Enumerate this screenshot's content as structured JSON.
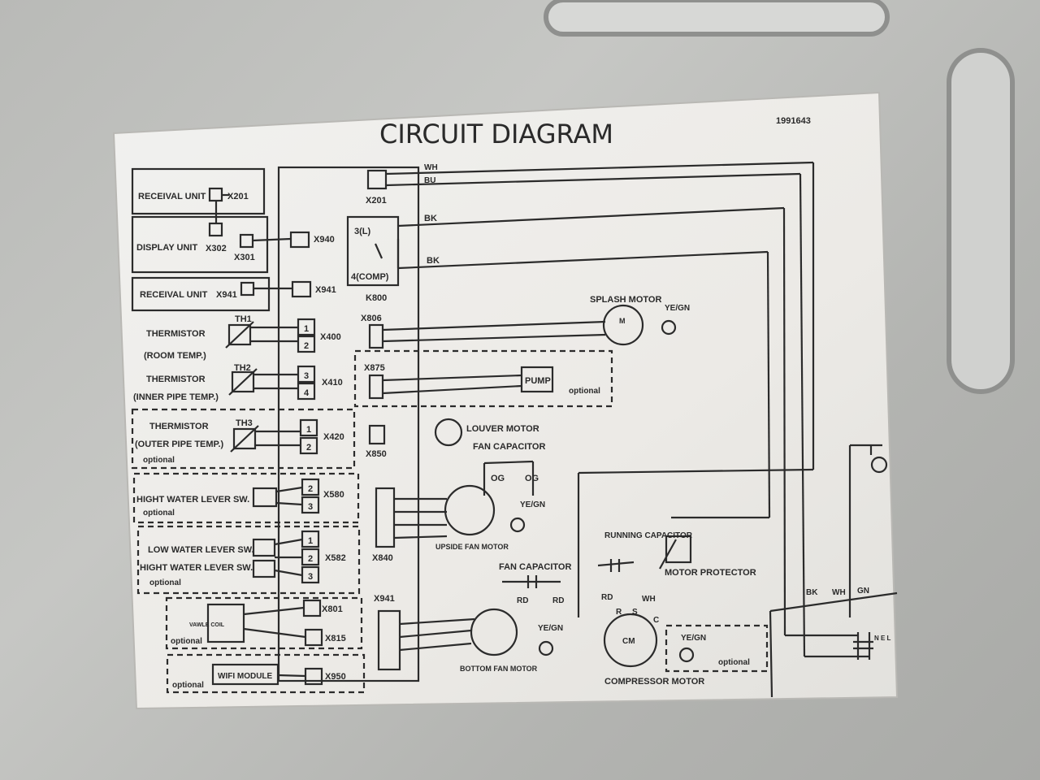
{
  "diagram": {
    "title": "CIRCUIT  DIAGRAM",
    "code": "1991643",
    "wire_colors": {
      "wh": "WH",
      "bu": "BU",
      "bk1": "BK",
      "bk2": "BK",
      "bk_r": "BK",
      "wh_r": "WH",
      "gn_r": "GN"
    },
    "left": {
      "receival_unit_1": "RECEIVAL UNIT",
      "x201_left": "X201",
      "display_unit": "DISPLAY UNIT",
      "x302": "X302",
      "x301": "X301",
      "receival_unit_2": "RECEIVAL UNIT",
      "x941_left": "X941",
      "thermistor_1": "THERMISTOR",
      "room_temp": "(ROOM TEMP.)",
      "th1": "TH1",
      "thermistor_2": "THERMISTOR",
      "inner_pipe": "(INNER PIPE TEMP.)",
      "th2": "TH2",
      "thermistor_3": "THERMISTOR",
      "outer_pipe": "(OUTER PIPE TEMP.)",
      "th3": "TH3",
      "optional_1": "optional",
      "high_water_sw": "HIGHT WATER LEVER SW.",
      "optional_2": "optional",
      "low_water_sw": "LOW WATER LEVER SW.",
      "high_water_sw_2": "HIGHT WATER LEVER SW.",
      "optional_3": "optional",
      "valve_coil": "VAWLE COIL",
      "optional_4": "optional",
      "optional_5": "optional",
      "wifi_module": "WIFI MODULE"
    },
    "board": {
      "x940": "X940",
      "x941": "X941",
      "x400": "X400",
      "x410": "X410",
      "x420": "X420",
      "x580": "X580",
      "x582": "X582",
      "x801": "X801",
      "x815": "X815",
      "x950": "X950",
      "pin1a": "1",
      "pin2a": "2",
      "pin3a": "3",
      "pin4a": "4",
      "pin1b": "1",
      "pin2b": "2",
      "pin2c": "2",
      "pin3c": "3",
      "pin1d": "1",
      "pin2d": "2",
      "pin3d": "3"
    },
    "right": {
      "x201": "X201",
      "k800": "K800",
      "relay_3": "3(L)",
      "relay_4": "4(COMP)",
      "x806": "X806",
      "splash_motor": "SPLASH MOTOR",
      "ye_gn_1": "YE/GN",
      "x875": "X875",
      "pump": "PUMP",
      "optional_pump": "optional",
      "x850": "X850",
      "louver_motor": "LOUVER MOTOR",
      "fan_capacitor_1": "FAN CAPACITOR",
      "og1": "OG",
      "og2": "OG",
      "ye_gn_2": "YE/GN",
      "x840": "X840",
      "upside_fan_motor": "UPSIDE FAN MOTOR",
      "running_capacitor": "RUNNING CAPACITOR",
      "motor_protector": "MOTOR PROTECTOR",
      "fan_capacitor_2": "FAN CAPACITOR",
      "x941_r": "X941",
      "rd1": "RD",
      "rd2": "RD",
      "ye_gn_3": "YE/GN",
      "bottom_fan_motor": "BOTTOM FAN MOTOR",
      "rd3": "RD",
      "wh3": "WH",
      "r": "R",
      "s": "S",
      "c": "C",
      "cm": "CM",
      "ye_gn_4": "YE/GN",
      "optional_comp": "optional",
      "compressor_motor": "COMPRESSOR MOTOR",
      "m": "M",
      "plug": "N E L"
    }
  }
}
